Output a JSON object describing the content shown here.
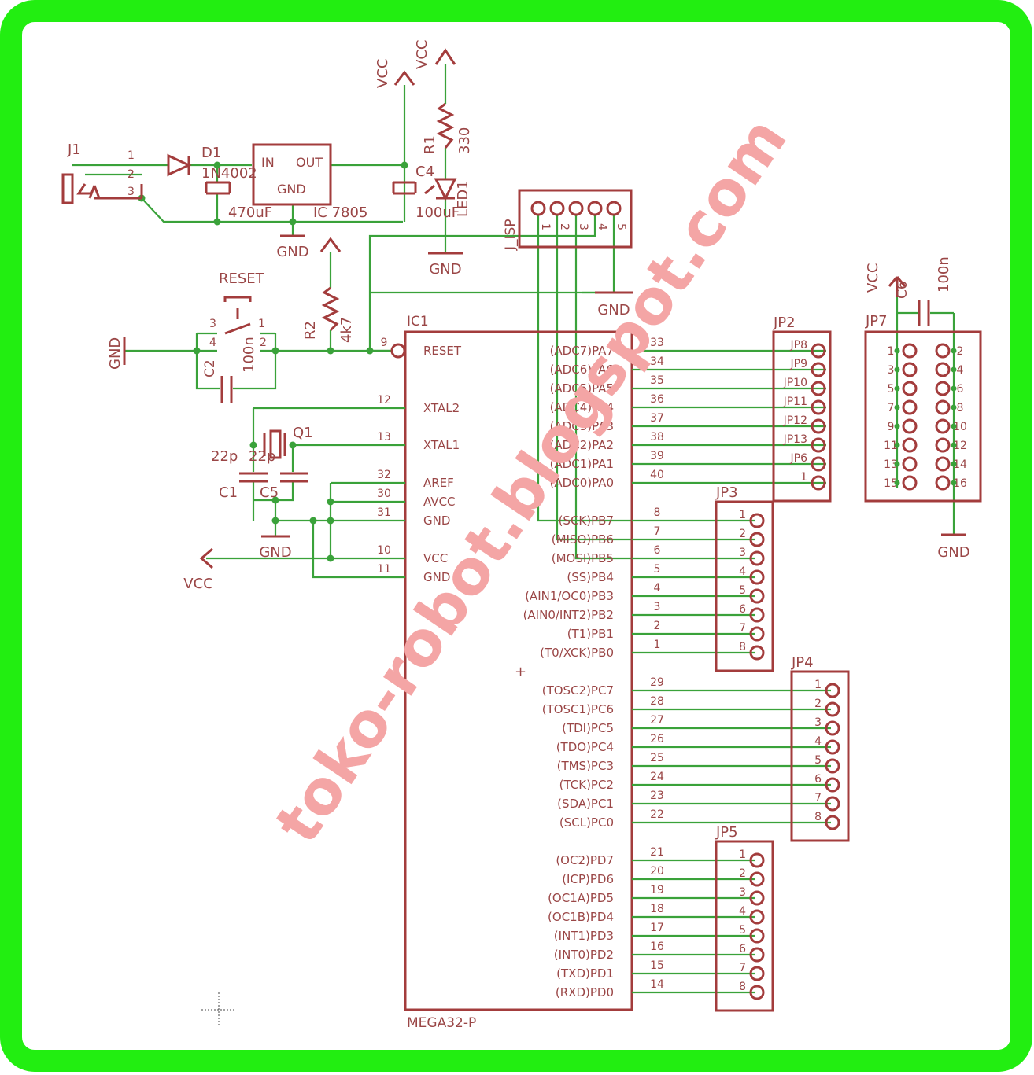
{
  "colors": {
    "border": "#22ee11",
    "part": "#a33c3c",
    "text": "#9a4646",
    "wire": "#3aa23a",
    "watermark": "#f4a5a5"
  },
  "watermark": "toko-robot.blogspot.com",
  "mcu": {
    "name": "IC1",
    "value": "MEGA32-P",
    "left_pins": [
      {
        "num": "9",
        "label": "RESET"
      },
      {
        "num": "12",
        "label": "XTAL2"
      },
      {
        "num": "13",
        "label": "XTAL1"
      },
      {
        "num": "32",
        "label": "AREF"
      },
      {
        "num": "30",
        "label": "AVCC"
      },
      {
        "num": "31",
        "label": "GND"
      },
      {
        "num": "10",
        "label": "VCC"
      },
      {
        "num": "11",
        "label": "GND"
      }
    ],
    "right_pins": [
      {
        "num": "33",
        "label": "(ADC7)PA7"
      },
      {
        "num": "34",
        "label": "(ADC6)PA6"
      },
      {
        "num": "35",
        "label": "(ADC5)PA5"
      },
      {
        "num": "36",
        "label": "(ADC4)PA4"
      },
      {
        "num": "37",
        "label": "(ADC3)PA3"
      },
      {
        "num": "38",
        "label": "(ADC2)PA2"
      },
      {
        "num": "39",
        "label": "(ADC1)PA1"
      },
      {
        "num": "40",
        "label": "(ADC0)PA0"
      },
      {
        "num": "8",
        "label": "(SCK)PB7"
      },
      {
        "num": "7",
        "label": "(MISO)PB6"
      },
      {
        "num": "6",
        "label": "(MOSI)PB5"
      },
      {
        "num": "5",
        "label": "(SS)PB4"
      },
      {
        "num": "4",
        "label": "(AIN1/OC0)PB3"
      },
      {
        "num": "3",
        "label": "(AIN0/INT2)PB2"
      },
      {
        "num": "2",
        "label": "(T1)PB1"
      },
      {
        "num": "1",
        "label": "(T0/XCK)PB0"
      },
      {
        "num": "29",
        "label": "(TOSC2)PC7"
      },
      {
        "num": "28",
        "label": "(TOSC1)PC6"
      },
      {
        "num": "27",
        "label": "(TDI)PC5"
      },
      {
        "num": "26",
        "label": "(TDO)PC4"
      },
      {
        "num": "25",
        "label": "(TMS)PC3"
      },
      {
        "num": "24",
        "label": "(TCK)PC2"
      },
      {
        "num": "23",
        "label": "(SDA)PC1"
      },
      {
        "num": "22",
        "label": "(SCL)PC0"
      },
      {
        "num": "21",
        "label": "(OC2)PD7"
      },
      {
        "num": "20",
        "label": "(ICP)PD6"
      },
      {
        "num": "19",
        "label": "(OC1A)PD5"
      },
      {
        "num": "18",
        "label": "(OC1B)PD4"
      },
      {
        "num": "17",
        "label": "(INT1)PD3"
      },
      {
        "num": "16",
        "label": "(INT0)PD2"
      },
      {
        "num": "15",
        "label": "(TXD)PD1"
      },
      {
        "num": "14",
        "label": "(RXD)PD0"
      }
    ]
  },
  "headers": {
    "jp2": {
      "name": "JP2",
      "pin_labels": [
        "JP8",
        "JP9",
        "JP10",
        "JP11",
        "JP12",
        "JP13",
        "JP6",
        "1"
      ]
    },
    "jp3": {
      "name": "JP3",
      "pins": [
        "1",
        "2",
        "3",
        "4",
        "5",
        "6",
        "7",
        "8"
      ]
    },
    "jp4": {
      "name": "JP4",
      "pins": [
        "1",
        "2",
        "3",
        "4",
        "5",
        "6",
        "7",
        "8"
      ]
    },
    "jp5": {
      "name": "JP5",
      "pins": [
        "1",
        "2",
        "3",
        "4",
        "5",
        "6",
        "7",
        "8"
      ]
    },
    "jp7": {
      "name": "JP7",
      "left_pins": [
        "1",
        "3",
        "5",
        "7",
        "9",
        "11",
        "13",
        "15"
      ],
      "right_pins": [
        "2",
        "4",
        "6",
        "8",
        "10",
        "12",
        "14",
        "16"
      ]
    },
    "jisp": {
      "name": "J_ISP",
      "pins": [
        "1",
        "2",
        "3",
        "4",
        "5"
      ]
    }
  },
  "labels": {
    "j1": "J1",
    "j1_pins": [
      "1",
      "2",
      "3"
    ],
    "d1": "D1",
    "d1_val": "1N4002",
    "ic_reg": "IC 7805",
    "reg_in": "IN",
    "reg_out": "OUT",
    "reg_gnd": "GND",
    "c3_val": "470uF",
    "c4": "C4",
    "c4_val": "100uF",
    "r1": "R1",
    "r1_val": "330",
    "led1": "LED1",
    "r2": "R2",
    "r2_val": "4k7",
    "reset": "RESET",
    "sw_pins": [
      "3",
      "4",
      "1",
      "2"
    ],
    "c2": "C2",
    "c2_val": "100n",
    "q1": "Q1",
    "c1": "C1",
    "c5": "C5",
    "c_val": "22p",
    "c6": "C6",
    "c6_val": "100n",
    "vcc": "VCC",
    "gnd": "GND"
  }
}
